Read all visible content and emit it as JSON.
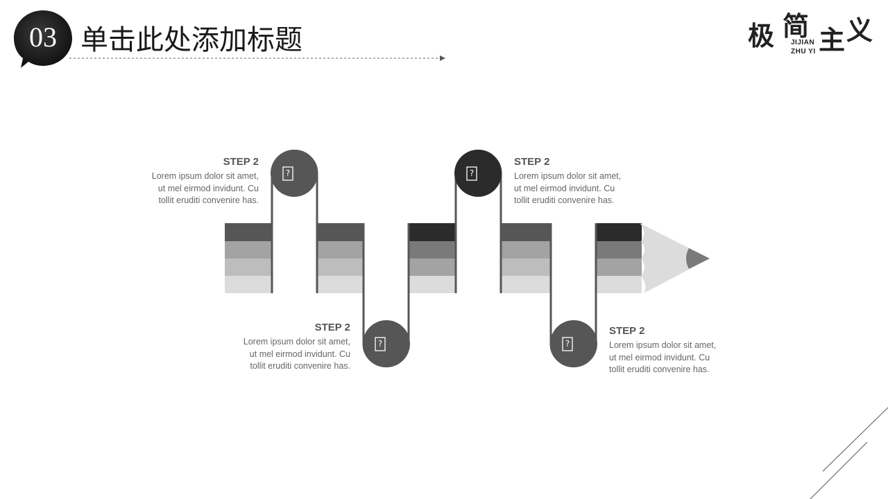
{
  "header": {
    "section_number": "03",
    "title": "单击此处添加标题"
  },
  "logo": {
    "chars": [
      "极",
      "简",
      "主",
      "义"
    ],
    "sub_line1": "JIJIAN",
    "sub_line2": "ZHU YI"
  },
  "colors": {
    "dark": "#2b2b2b",
    "mid": "#565656",
    "gray1": "#7a7a7a",
    "gray2": "#a3a3a3",
    "gray3": "#bdbdbd",
    "gray4": "#dcdcdc"
  },
  "steps": [
    {
      "title": "STEP 2",
      "desc": [
        "Lorem ipsum dolor sit amet,",
        "ut mel eirmod invidunt. Cu",
        "tollit eruditi convenire has."
      ],
      "icon": "placeholder-icon",
      "glyph": "?"
    },
    {
      "title": "STEP 2",
      "desc": [
        "Lorem ipsum dolor sit amet,",
        "ut mel eirmod invidunt. Cu",
        "tollit eruditi convenire has."
      ],
      "icon": "placeholder-icon",
      "glyph": "?"
    },
    {
      "title": "STEP 2",
      "desc": [
        "Lorem ipsum dolor sit amet,",
        "ut mel eirmod invidunt. Cu",
        "tollit eruditi convenire has."
      ],
      "icon": "placeholder-icon",
      "glyph": "?"
    },
    {
      "title": "STEP 2",
      "desc": [
        "Lorem ipsum dolor sit amet,",
        "ut mel eirmod invidunt. Cu",
        "tollit eruditi convenire has."
      ],
      "icon": "placeholder-icon",
      "glyph": "?"
    }
  ]
}
